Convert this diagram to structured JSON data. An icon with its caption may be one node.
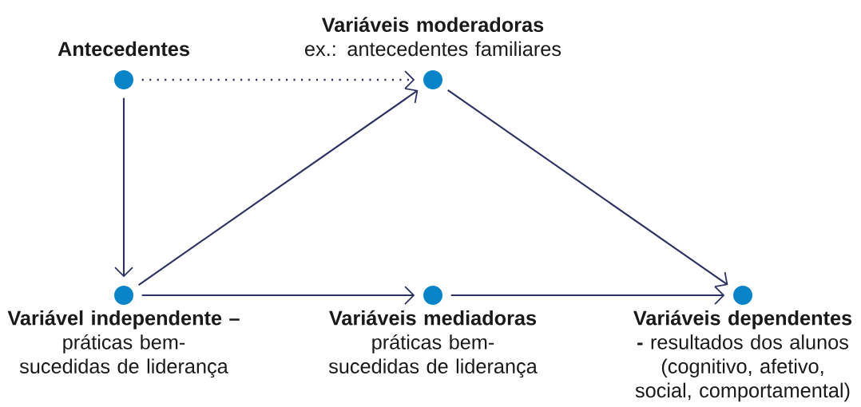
{
  "diagram": {
    "nodes": [
      {
        "text": [
          "Antecedentes"
        ]
      },
      {
        "text": [
          "Variáveis moderadoras",
          "ex.: antecedentes familiares"
        ]
      },
      {
        "text": [
          "Variável independente –",
          "práticas bem-sucedidas de liderança"
        ]
      },
      {
        "text": [
          "Variáveis mediadoras",
          "práticas bem-sucedidas de liderança"
        ]
      },
      {
        "text": [
          "Variáveis dependentes",
          "**-** resultados dos alunos (cognitivo, afetivo, social, comportamental)"
        ]
      }
    ],
    "edges": [
      {
        "from": 0,
        "to": 1,
        "arrow": "to",
        "style": "dashed"
      },
      {
        "from": 0,
        "to": 2,
        "arrow": "to"
      },
      {
        "from": 2,
        "to": 1,
        "arrow": "to"
      },
      {
        "from": 1,
        "to": 4,
        "arrow": "to"
      },
      {
        "from": 2,
        "to": 3,
        "arrow": "to"
      },
      {
        "from": 3,
        "to": 4,
        "arrow": "to"
      }
    ]
  }
}
